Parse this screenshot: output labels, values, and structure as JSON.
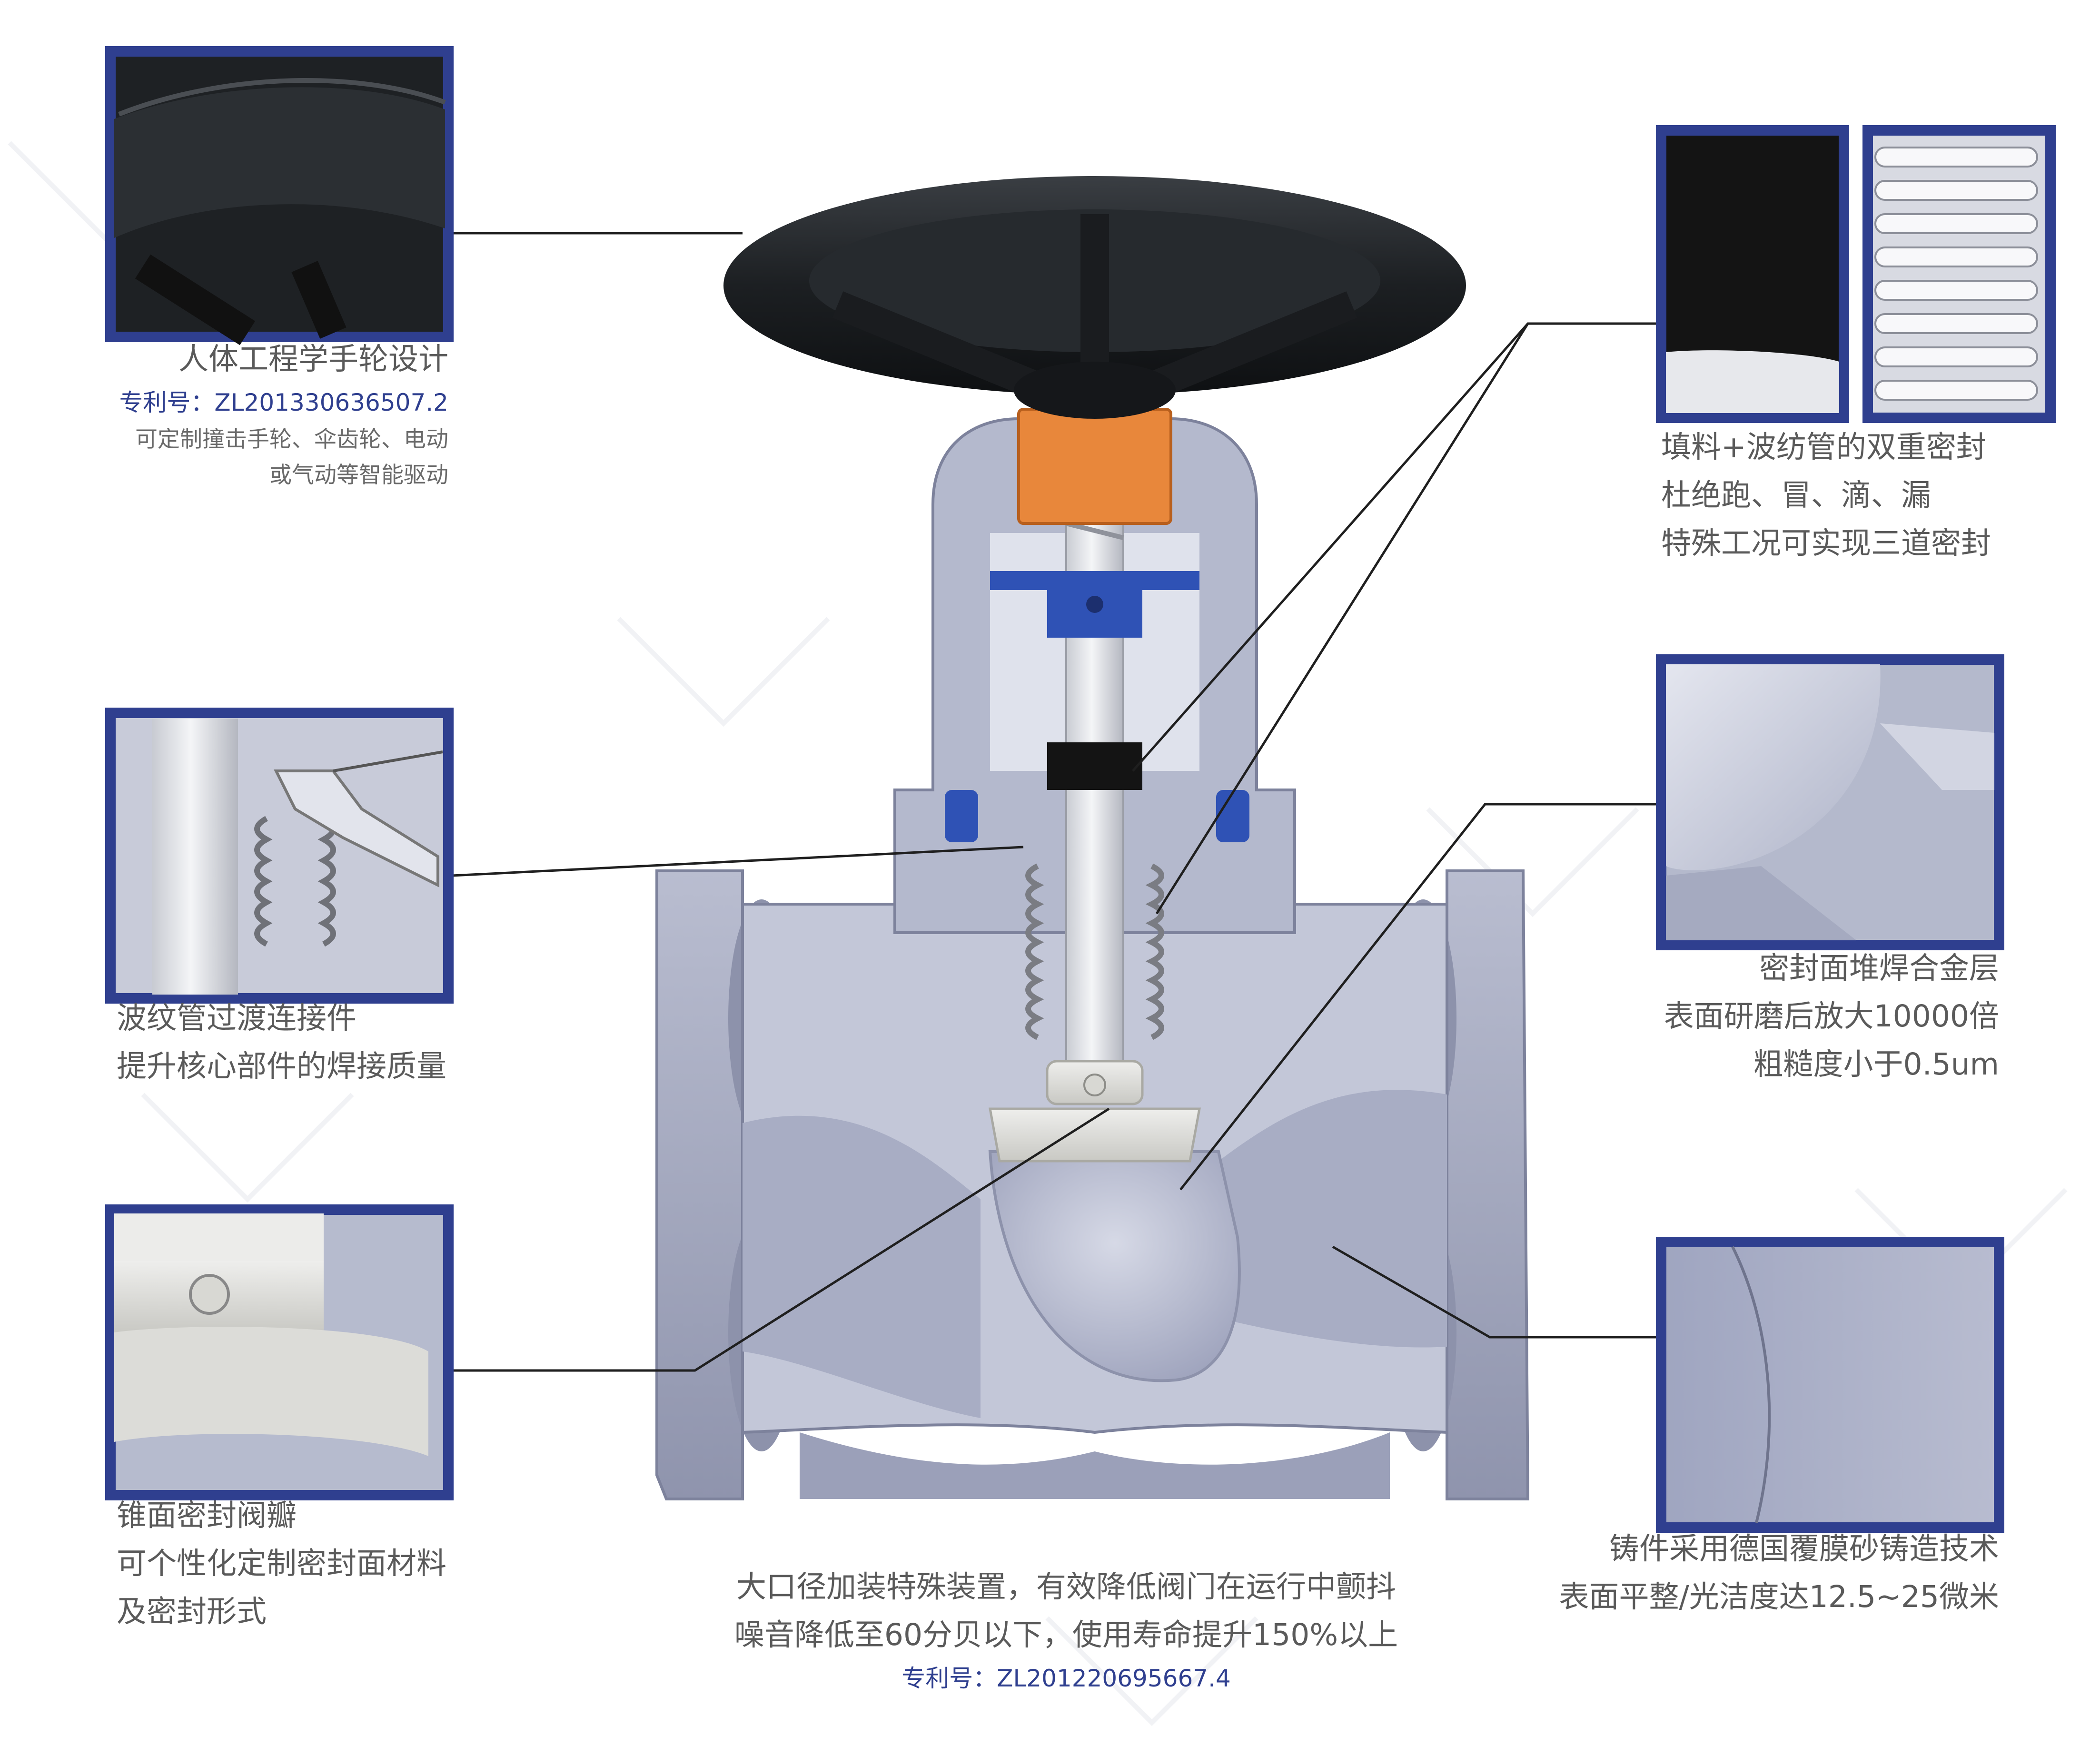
{
  "callouts": {
    "handwheel": {
      "title": "人体工程学手轮设计",
      "patent": "专利号：ZL201330636507.2",
      "note_1": "可定制撞击手轮、伞齿轮、电动",
      "note_2": "或气动等智能驱动"
    },
    "bellows_joint": {
      "line_1": "波纹管过渡连接件",
      "line_2": "提升核心部件的焊接质量"
    },
    "disc": {
      "line_1": "锥面密封阀瓣",
      "line_2": "可个性化定制密封面材料",
      "line_3": "及密封形式"
    },
    "double_seal": {
      "line_1": "填料+波纺管的双重密封",
      "line_2": "杜绝跑、冒、滴、漏",
      "line_3": "特殊工况可实现三道密封"
    },
    "seat": {
      "line_1": "密封面堆焊合金层",
      "line_2": "表面研磨后放大10000倍",
      "line_3": "粗糙度小于0.5um"
    },
    "casting": {
      "line_1": "铸件采用德国覆膜砂铸造技术",
      "line_2": "表面平整/光洁度达12.5~25微米"
    },
    "bottom": {
      "line_1": "大口径加装特殊装置，有效降低阀门在运行中颤抖",
      "line_2": "噪音降低至60分贝以下，使用寿命提升150%以上",
      "patent": "专利号：ZL201220695667.4"
    }
  },
  "colors": {
    "frame_blue": "#2f3f8f",
    "body_grey": "#a9aec4",
    "section_face": "#c5c9da",
    "handwheel_black": "#1e2124",
    "nut_orange": "#e8873b",
    "gland_blue": "#2f52b5",
    "packing_black": "#141414"
  }
}
